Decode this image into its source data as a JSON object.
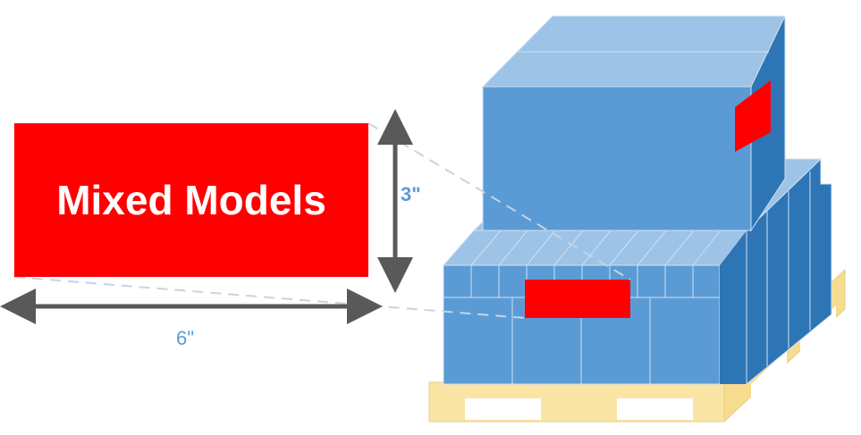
{
  "label": {
    "text": "Mixed Models"
  },
  "dimensions": {
    "height": "3\"",
    "width": "6\""
  },
  "colors": {
    "label_red": "#ff0000",
    "box_front": "#5b9bd5",
    "box_top": "#9dc3e6",
    "box_side": "#2e75b6",
    "pallet": "#fbe5a5",
    "arrow": "#595959",
    "dim_text": "#5b9bd5"
  },
  "icons": [
    "double-arrow-vertical",
    "double-arrow-horizontal"
  ]
}
